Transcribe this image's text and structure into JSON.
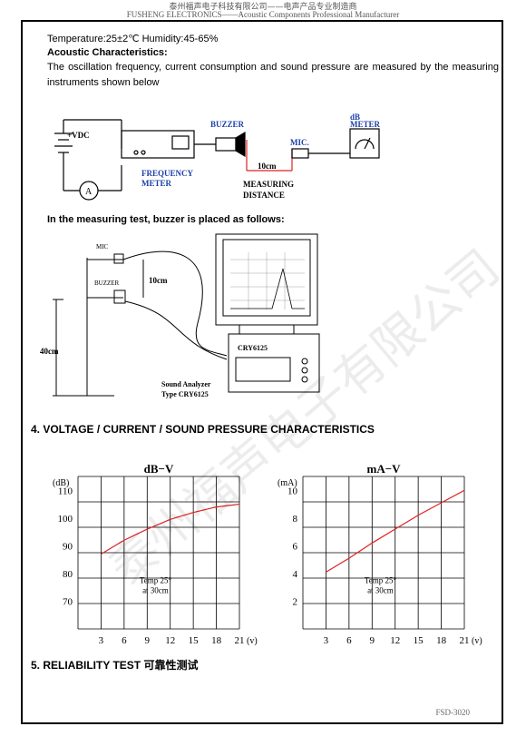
{
  "header": {
    "cn": "泰州福声电子科技有限公司——电声产品专业制造商",
    "en": "FUSHENG ELECTRONICS——Acoustic Components Professional Manufacturer"
  },
  "conditions": "Temperature:25±2℃   Humidity:45-65%",
  "acoustic_title": "Acoustic Characteristics:",
  "acoustic_text": "The oscillation frequency, current consumption and sound pressure are measured by the measuring instruments shown below",
  "diagram1": {
    "vdc": "+VDC",
    "ammeter": "A",
    "freq_meter": "FREQUENCY",
    "freq_meter2": "METER",
    "buzzer": "BUZZER",
    "distance": "10cm",
    "measuring": "MEASURING",
    "distance_label": "DISTANCE",
    "mic": "MIC.",
    "db": "dB",
    "meter": "METER"
  },
  "test_title": "In the measuring test, buzzer is placed as follows:",
  "diagram2": {
    "mic": "MIC",
    "buzzer": "BUZZER",
    "d10": "10cm",
    "d40": "40cm",
    "model": "CRY6125",
    "analyzer1": "Sound Analyzer",
    "analyzer2": "Type CRY6125"
  },
  "section4": "4. VOLTAGE / CURRENT / SOUND PRESSURE CHARACTERISTICS",
  "section5": "5. RELIABILITY TEST  可靠性测试",
  "footer": "FSD-3020",
  "watermark": "泰州福声电子有限公司",
  "chart_data": [
    {
      "type": "line",
      "title": "dB−V",
      "unit": "(dB)",
      "x": [
        3,
        6,
        9,
        12,
        15,
        18,
        21
      ],
      "x_ticks": [
        "3",
        "6",
        "9",
        "12",
        "15",
        "18",
        "21"
      ],
      "x_unit": "(v)",
      "y_ticks": [
        "110",
        "100",
        "90",
        "80",
        "70"
      ],
      "ylim": [
        60,
        115
      ],
      "note": [
        "Temp 25°",
        "at 30cm"
      ],
      "curve_color": "#e02020",
      "series": [
        {
          "values": [
            87,
            92,
            96,
            99.5,
            102,
            104,
            105
          ]
        }
      ]
    },
    {
      "type": "line",
      "title": "mA−V",
      "unit": "(mA)",
      "x": [
        3,
        6,
        9,
        12,
        15,
        18,
        21
      ],
      "x_ticks": [
        "3",
        "6",
        "9",
        "12",
        "15",
        "18",
        "21"
      ],
      "x_unit": "(v)",
      "y_ticks": [
        "10",
        "8",
        "6",
        "4",
        "2"
      ],
      "ylim": [
        0,
        11
      ],
      "note": [
        "Temp 25°",
        "at 30cm"
      ],
      "curve_color": "#e02020",
      "series": [
        {
          "values": [
            4.1,
            5.1,
            6.2,
            7.2,
            8.2,
            9.1,
            10
          ]
        }
      ]
    }
  ]
}
